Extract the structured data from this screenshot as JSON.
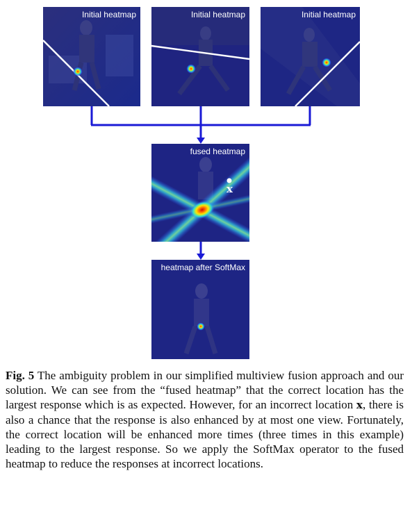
{
  "figure": {
    "panels": {
      "initial_1": "Initial heatmap",
      "initial_2": "Initial heatmap",
      "initial_3": "Initial heatmap",
      "fused": "fused heatmap",
      "softmax": "heatmap after SoftMax"
    },
    "point_label": "x",
    "colors": {
      "arrow": "#1a1ad6",
      "panel_bg": "#1a1f7a",
      "epipolar_line": "#ffffff"
    }
  },
  "caption": {
    "label": "Fig. 5",
    "text_1": " The ambiguity problem in our simplified multiview fusion approach and our solution. We can see from the “fused heatmap” that the correct location has the largest response which is as expected. However, for an incorrect location ",
    "math_x": "x",
    "text_2": ", there is also a chance that the response is also enhanced by at most one view. Fortunately, the correct location will be enhanced more times (three times in this example) leading to the largest response. So we apply the SoftMax operator to the fused heatmap to reduce the responses at incorrect locations."
  }
}
